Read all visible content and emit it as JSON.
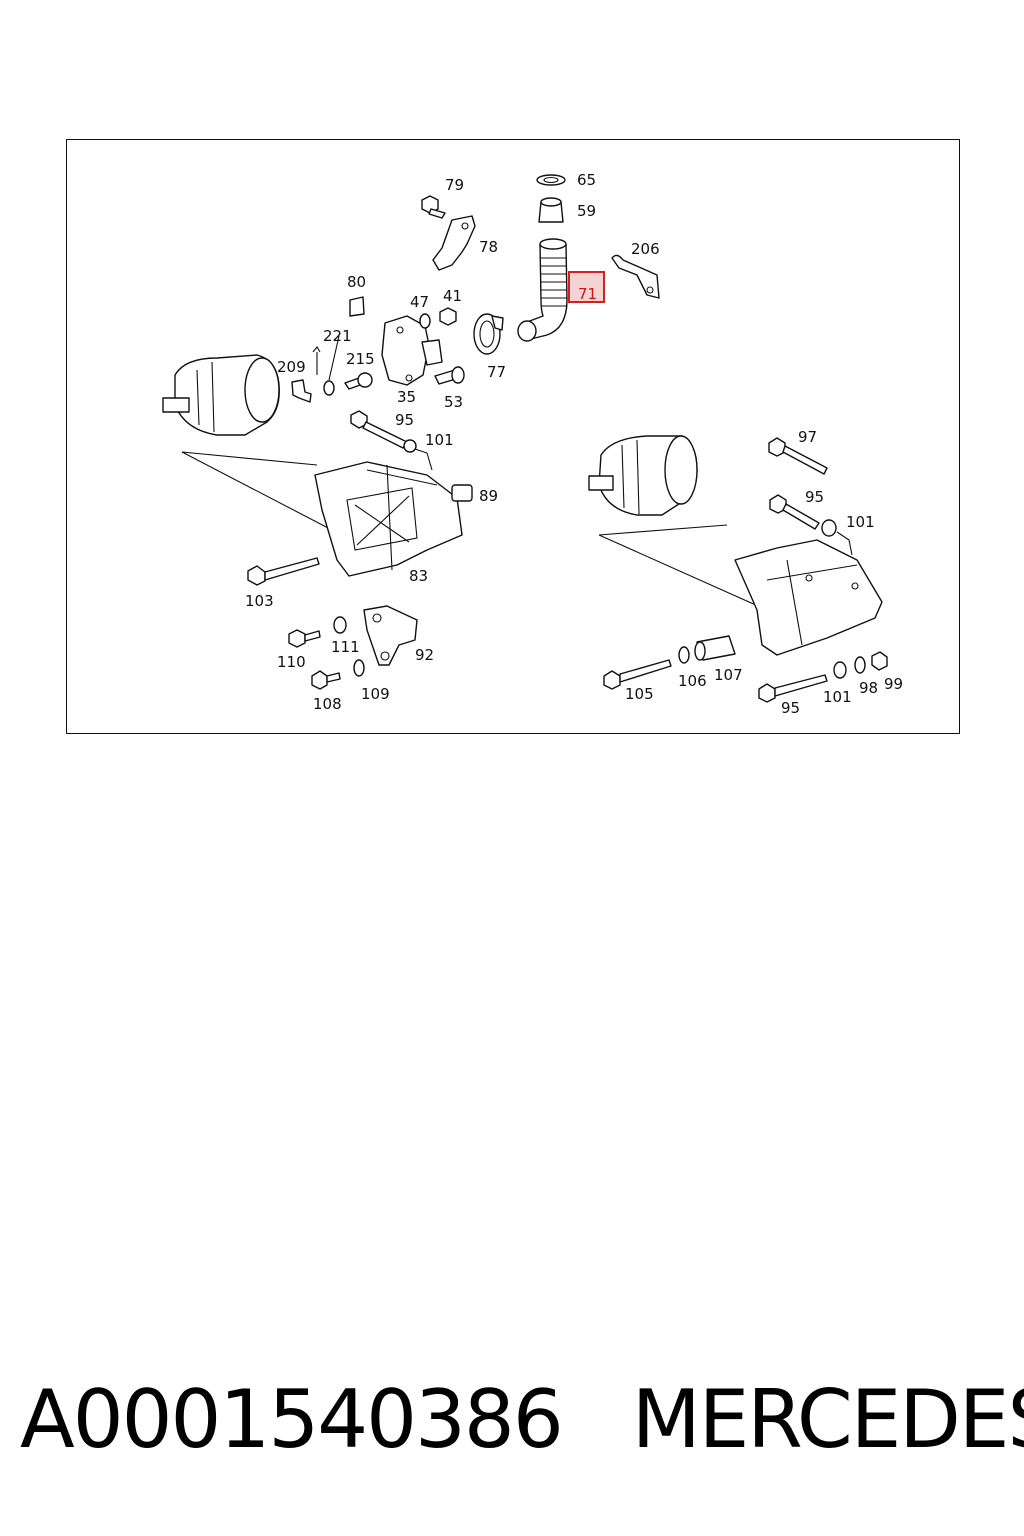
{
  "diagram": {
    "callouts": [
      "79",
      "65",
      "59",
      "78",
      "206",
      "71",
      "80",
      "47",
      "41",
      "221",
      "209",
      "215",
      "35",
      "53",
      "77",
      "95",
      "101",
      "89",
      "83",
      "103",
      "111",
      "92",
      "110",
      "109",
      "108",
      "97",
      "95",
      "101",
      "105",
      "106",
      "107",
      "101",
      "98",
      "99",
      "95"
    ],
    "highlighted_callout": "71",
    "colors": {
      "highlight_border": "#d42020",
      "highlight_fill": "#f6d3d3",
      "line": "#111111"
    }
  },
  "footer": {
    "part_number": "A0001540386",
    "brand": "MERCEDES"
  }
}
